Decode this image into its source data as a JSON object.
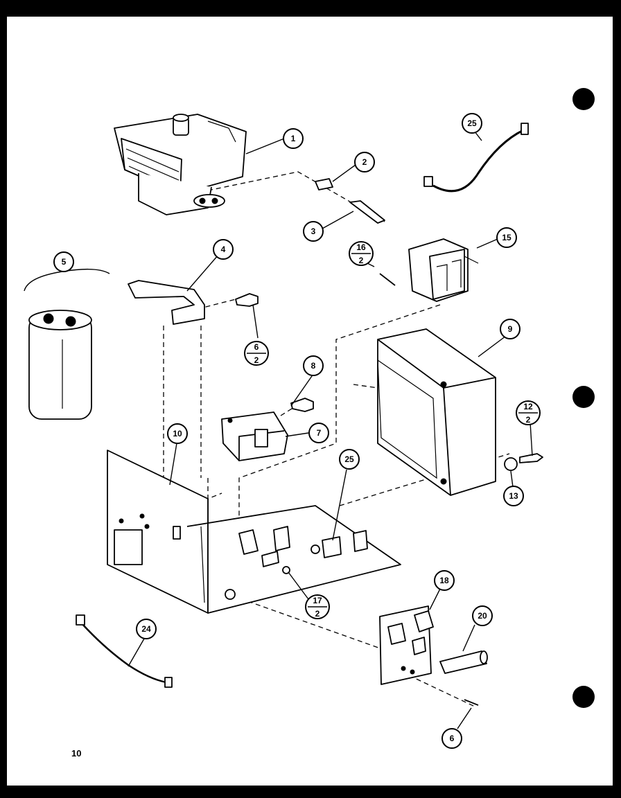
{
  "page_number": "10",
  "callouts": [
    {
      "id": "c1",
      "label": "1"
    },
    {
      "id": "c2",
      "label": "2"
    },
    {
      "id": "c3",
      "label": "3"
    },
    {
      "id": "c4",
      "label": "4"
    },
    {
      "id": "c5",
      "label": "5"
    },
    {
      "id": "c7",
      "label": "7"
    },
    {
      "id": "c8",
      "label": "8"
    },
    {
      "id": "c9",
      "label": "9"
    },
    {
      "id": "c10",
      "label": "10"
    },
    {
      "id": "c13",
      "label": "13"
    },
    {
      "id": "c15",
      "label": "15"
    },
    {
      "id": "c18",
      "label": "18"
    },
    {
      "id": "c20",
      "label": "20"
    },
    {
      "id": "c24",
      "label": "24"
    },
    {
      "id": "c25a",
      "label": "25"
    },
    {
      "id": "c25b",
      "label": "25"
    },
    {
      "id": "c6",
      "label": "6"
    }
  ],
  "fraction_callouts": [
    {
      "id": "f16",
      "numerator": "16",
      "denominator": "2"
    },
    {
      "id": "f6",
      "numerator": "6",
      "denominator": "2"
    },
    {
      "id": "f12",
      "numerator": "12",
      "denominator": "2"
    },
    {
      "id": "f17",
      "numerator": "17",
      "denominator": "2"
    }
  ]
}
